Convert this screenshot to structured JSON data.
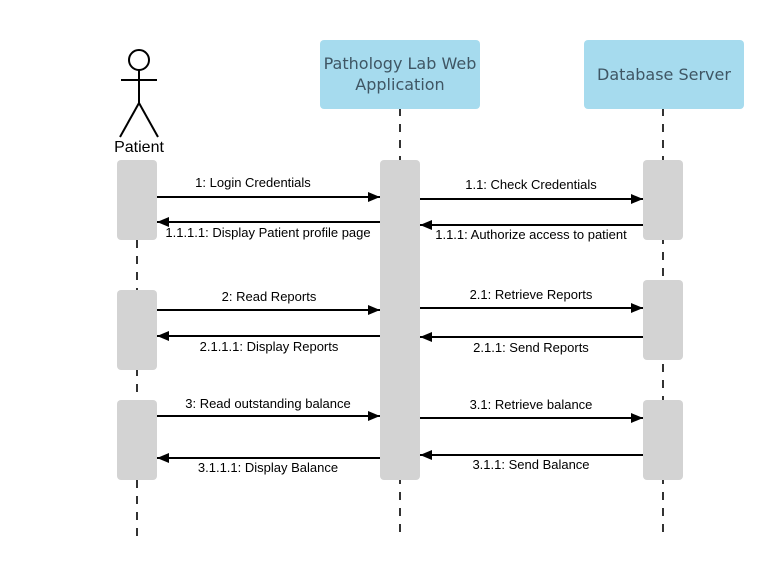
{
  "participants": {
    "patient": "Patient",
    "webapp_line1": "Pathology Lab Web",
    "webapp_line2": "Application",
    "database": "Database Server"
  },
  "colors": {
    "lane_header": "#a6dbee",
    "activation": "#d3d3d3",
    "line": "#000000"
  },
  "messages": {
    "m1": "1: Login Credentials",
    "m1_1": "1.1: Check Credentials",
    "m1_1_1": "1.1.1: Authorize access to patient",
    "m1_1_1_1": "1.1.1.1: Display Patient profile page",
    "m2": "2: Read Reports",
    "m2_1": "2.1: Retrieve Reports",
    "m2_1_1": "2.1.1: Send Reports",
    "m2_1_1_1": "2.1.1.1: Display Reports",
    "m3": "3: Read outstanding balance",
    "m3_1": "3.1: Retrieve balance",
    "m3_1_1": "3.1.1: Send Balance",
    "m3_1_1_1": "3.1.1.1: Display Balance"
  }
}
